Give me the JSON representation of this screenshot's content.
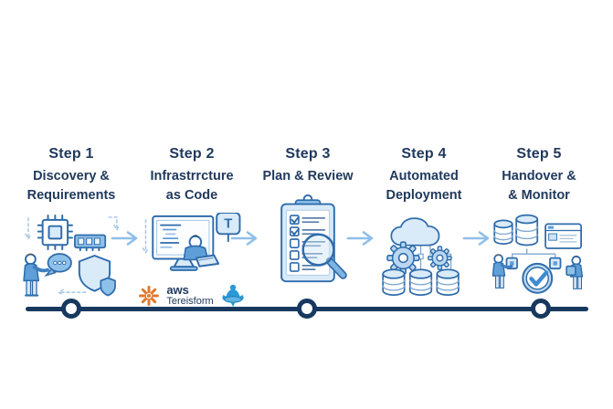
{
  "colors": {
    "title_text": "#21395c",
    "outline_blue": "#2f6cab",
    "fill_light": "#d9eaf8",
    "fill_medium": "#8ec1ea",
    "fill_bright": "#5f9fd8",
    "arrow_blue": "#8fbfe8",
    "timeline_navy": "#17395f",
    "aws_orange": "#e0792f",
    "bell_blue": "#2a9ad6",
    "background": "#ffffff"
  },
  "steps": [
    {
      "label": "Step 1",
      "line1": "Discovery &",
      "line2": "Requirements"
    },
    {
      "label": "Step 2",
      "line1": "Infrastrrcture",
      "line2": "as Code",
      "badge": "T",
      "logos": {
        "aws": "aws",
        "terraform": "Tereisform"
      }
    },
    {
      "label": "Step 3",
      "line1": "Plan & Review",
      "line2": ""
    },
    {
      "label": "Step 4",
      "line1": "Automated",
      "line2": "Deployment"
    },
    {
      "label": "Step 5",
      "line1": "Handover &",
      "line2": "& Monitor"
    }
  ],
  "icons": {
    "step1": [
      "cpu-chip-icon",
      "ram-module-icon",
      "person-icon",
      "speech-bubble-icon",
      "shield-icon"
    ],
    "step2": [
      "monitor-code-icon",
      "terraform-badge-icon",
      "developer-laptop-icon",
      "aws-logo-icon",
      "bell-logo-icon"
    ],
    "step3": [
      "clipboard-checklist-icon",
      "magnifier-icon"
    ],
    "step4": [
      "cloud-icon",
      "gear-icon",
      "database-icon"
    ],
    "step5": [
      "database-icon",
      "browser-card-icon",
      "check-circle-icon",
      "person-icon"
    ]
  },
  "timeline": {
    "nodes": 3
  }
}
